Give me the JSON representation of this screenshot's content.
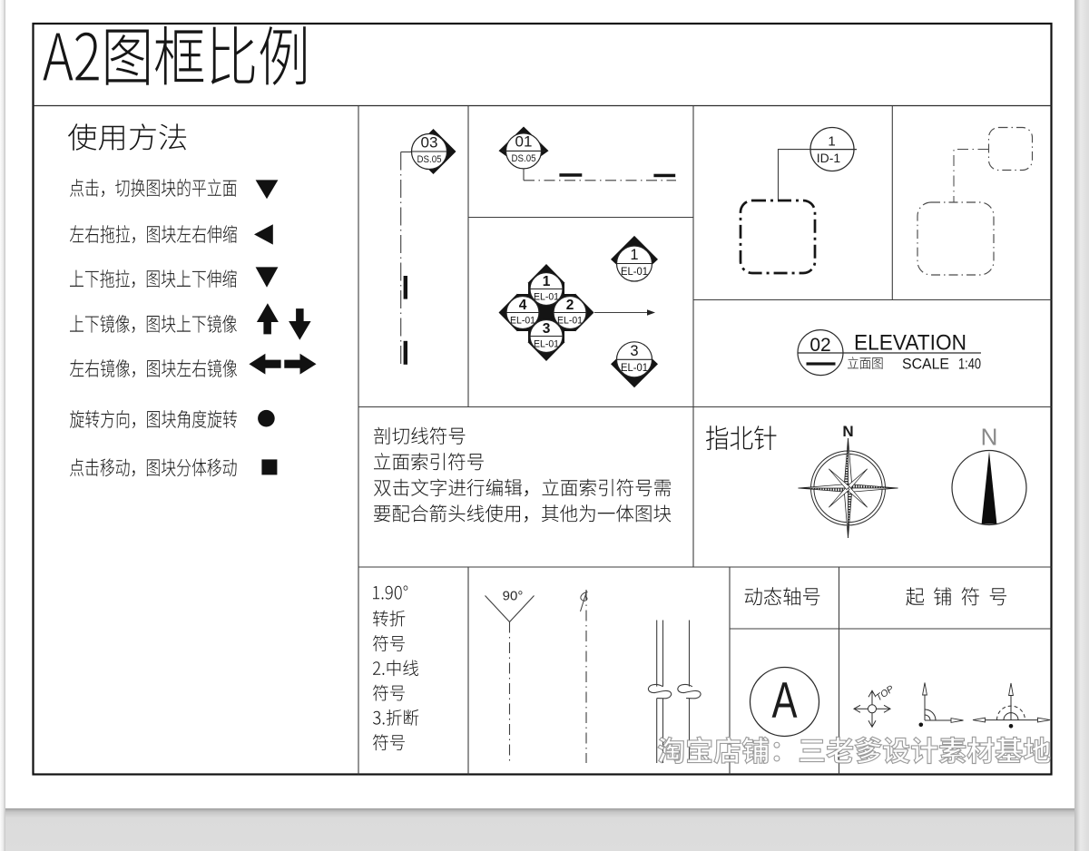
{
  "page": {
    "background_color": "#dddddd",
    "sheet_color": "#ffffff",
    "line_color": "#3d3d3d",
    "ink_color": "#141414"
  },
  "title_block": {
    "title": "A2图框比例"
  },
  "usage_panel": {
    "heading": "使用方法",
    "instructions": [
      {
        "label": "点击，切换图块的平立面",
        "icon": "triangle-down"
      },
      {
        "label": "左右拖拉，图块左右伸缩",
        "icon": "triangle-left"
      },
      {
        "label": "上下拖拉，图块上下伸缩",
        "icon": "triangle-down"
      },
      {
        "label": "上下镜像，图块上下镜像",
        "icon": "arrows-up-down"
      },
      {
        "label": "左右镜像，图块左右镜像",
        "icon": "arrows-left-right"
      },
      {
        "label": "旋转方向，图块角度旋转",
        "icon": "circle"
      },
      {
        "label": "点击移动，图块分体移动",
        "icon": "square"
      }
    ]
  },
  "section_cut_panel": {
    "bubble_number": "03",
    "bubble_sheet": "DS.05"
  },
  "section_line_panel": {
    "bubble_number": "01",
    "bubble_sheet": "DS.05"
  },
  "elevation_index_panel": {
    "single_top": {
      "number": "1",
      "sheet": "EL-01"
    },
    "composite": {
      "top": {
        "number": "1",
        "sheet": "EL-01"
      },
      "right": {
        "number": "2",
        "sheet": "EL-01"
      },
      "bottom": {
        "number": "3",
        "sheet": "EL-01"
      },
      "left": {
        "number": "4",
        "sheet": "EL-01"
      }
    },
    "single_bottom": {
      "number": "3",
      "sheet": "EL-01"
    }
  },
  "id_symbol_panel": {
    "number": "1",
    "code": "ID-1"
  },
  "notes_panel": {
    "lines": [
      "剖切线符号",
      "立面索引符号",
      "双击文字进行编辑，立面索引符号需",
      "要配合箭头线使用，其他为一体图块"
    ]
  },
  "elevation_title_panel": {
    "number": "02",
    "title": "ELEVATION",
    "subtitle": "立面图",
    "scale_label": "SCALE",
    "scale_value": "1:40"
  },
  "north_arrow_panel": {
    "label": "指北针",
    "compass_letter": "N",
    "arrow_letter": "N"
  },
  "line_symbols_panel": {
    "lines": [
      "1.90°",
      "转折",
      "符号",
      "2.中线",
      "符号",
      "3.折断",
      "符号"
    ],
    "angle_label": "90°"
  },
  "axis_panel": {
    "header": "动态轴号",
    "letter": "A"
  },
  "paving_panel": {
    "header": "起铺符号",
    "rotation_label": "TOP"
  },
  "watermark": {
    "text": "淘宝店铺：三老爹设计素材基地"
  }
}
